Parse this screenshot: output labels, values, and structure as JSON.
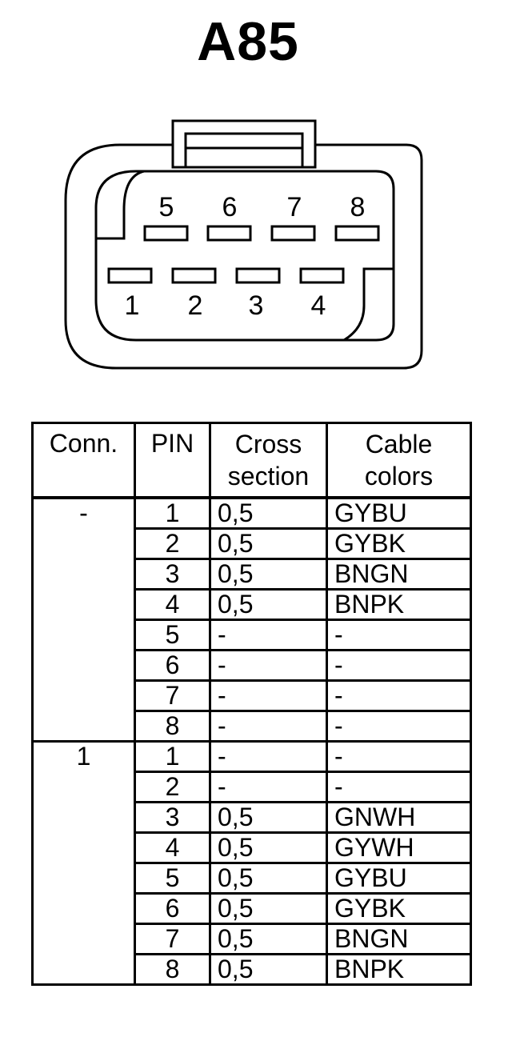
{
  "title": "A85",
  "connector": {
    "top_pins": [
      "5",
      "6",
      "7",
      "8"
    ],
    "bottom_pins": [
      "1",
      "2",
      "3",
      "4"
    ]
  },
  "table": {
    "headers": {
      "conn": "Conn.",
      "pin": "PIN",
      "cross_section": [
        "Cross",
        "section"
      ],
      "cable_colors": [
        "Cable",
        "colors"
      ]
    },
    "groups": [
      {
        "conn": "-",
        "rows": [
          {
            "pin": "1",
            "cross_section": "0,5",
            "color": "GYBU"
          },
          {
            "pin": "2",
            "cross_section": "0,5",
            "color": "GYBK"
          },
          {
            "pin": "3",
            "cross_section": "0,5",
            "color": "BNGN"
          },
          {
            "pin": "4",
            "cross_section": "0,5",
            "color": "BNPK"
          },
          {
            "pin": "5",
            "cross_section": "-",
            "color": "-"
          },
          {
            "pin": "6",
            "cross_section": "-",
            "color": "-"
          },
          {
            "pin": "7",
            "cross_section": "-",
            "color": "-"
          },
          {
            "pin": "8",
            "cross_section": "-",
            "color": "-"
          }
        ]
      },
      {
        "conn": "1",
        "rows": [
          {
            "pin": "1",
            "cross_section": "-",
            "color": "-"
          },
          {
            "pin": "2",
            "cross_section": "-",
            "color": "-"
          },
          {
            "pin": "3",
            "cross_section": "0,5",
            "color": "GNWH"
          },
          {
            "pin": "4",
            "cross_section": "0,5",
            "color": "GYWH"
          },
          {
            "pin": "5",
            "cross_section": "0,5",
            "color": "GYBU"
          },
          {
            "pin": "6",
            "cross_section": "0,5",
            "color": "GYBK"
          },
          {
            "pin": "7",
            "cross_section": "0,5",
            "color": "BNGN"
          },
          {
            "pin": "8",
            "cross_section": "0,5",
            "color": "BNPK"
          }
        ]
      }
    ]
  }
}
